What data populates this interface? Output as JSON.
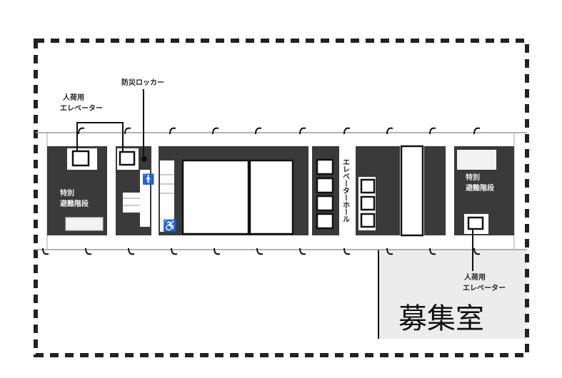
{
  "labels": {
    "freight_elevator_top_line1": "人荷用",
    "freight_elevator_top_line2": "エレベーター",
    "disaster_locker": "防災ロッカー",
    "stair_left_line1": "特別",
    "stair_left_line2": "避難階段",
    "elevator_hall": "エレベーターホール",
    "stair_right_line1": "特別",
    "stair_right_line2": "避難階段",
    "freight_elevator_bottom_line1": "人荷用",
    "freight_elevator_bottom_line2": "エレベーター",
    "vacant_room": "募集室"
  },
  "colors": {
    "core": "#3a3a3a",
    "vacant_fill": "#ececec",
    "line": "#111111"
  }
}
